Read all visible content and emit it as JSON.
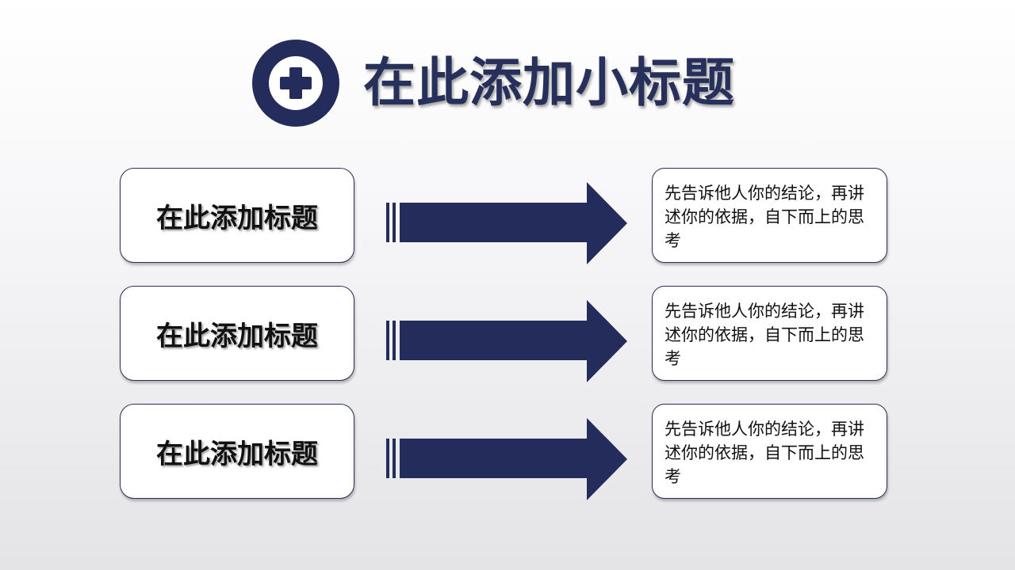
{
  "header": {
    "title": "在此添加小标题",
    "icon": "plus-circle-icon"
  },
  "rows": [
    {
      "title": "在此添加标题",
      "description": "先告诉他人你的结论，再讲述你的依据，自下而上的思考"
    },
    {
      "title": "在此添加标题",
      "description": "先告诉他人你的结论，再讲述你的依据，自下而上的思考"
    },
    {
      "title": "在此添加标题",
      "description": "先告诉他人你的结论，再讲述你的依据，自下而上的思考"
    }
  ],
  "colors": {
    "navy": "#232c5a",
    "box_border": "#26305a",
    "text": "#111111"
  }
}
